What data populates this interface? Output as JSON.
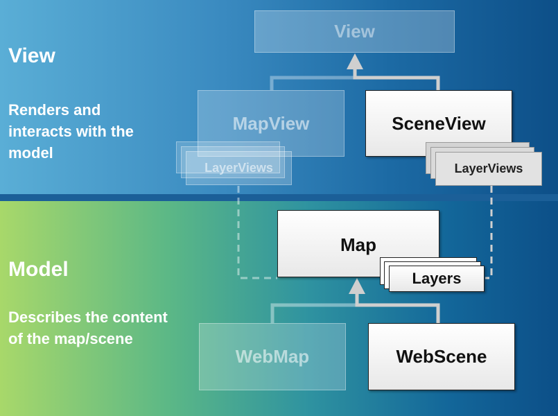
{
  "view_section": {
    "title": "View",
    "description": "Renders and interacts with the model"
  },
  "model_section": {
    "title": "Model",
    "description": "Describes the content of the map/scene"
  },
  "nodes": {
    "view": "View",
    "mapview": "MapView",
    "sceneview": "SceneView",
    "mapview_layerviews": "LayerViews",
    "sceneview_layerviews": "LayerViews",
    "map": "Map",
    "layers": "Layers",
    "webmap": "WebMap",
    "webscene": "WebScene"
  },
  "colors": {
    "view_band_start": "#5aaed6",
    "view_band_end": "#0d4f88",
    "model_band_start": "#a8d86a",
    "model_band_end": "#0c4f88",
    "connector": "#c8c8c8",
    "text_light": "#ffffff",
    "text_dark": "#111111"
  }
}
